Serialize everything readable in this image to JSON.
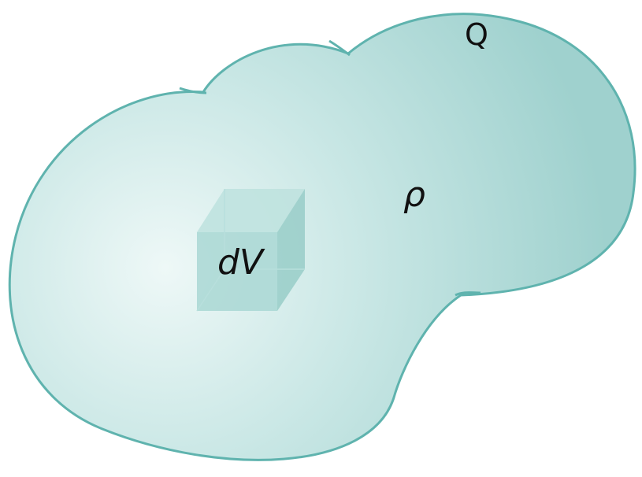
{
  "labels": {
    "total_charge": "Q",
    "charge_density": "ρ",
    "volume_element": "dV"
  },
  "colors": {
    "blob_fill_light": "#eef8f7",
    "blob_fill_mid": "#c4e4e2",
    "blob_fill_dark": "#a3d3d0",
    "blob_outline": "#5fb3ae",
    "cube_front": "#a9d7d3",
    "cube_top": "#bfe2df",
    "cube_side": "#98cdc8",
    "text": "#111111"
  }
}
